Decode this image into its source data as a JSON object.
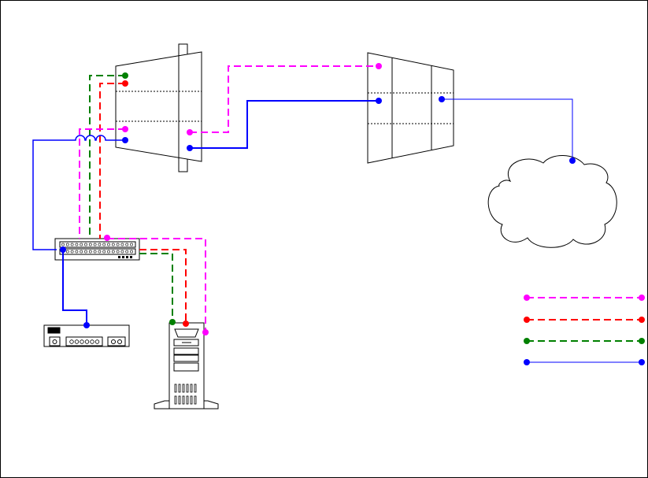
{
  "diagram": {
    "colors": {
      "background": "#ffffff",
      "frame": "#000000",
      "device_stroke": "#000000",
      "device_fill": "#ffffff",
      "magenta": "#ff00ff",
      "red": "#ff0000",
      "green": "#008000",
      "blue": "#0000ff"
    },
    "devices": [
      {
        "id": "patch-panel-a",
        "icon": "patch-panel-shape"
      },
      {
        "id": "patch-panel-b",
        "icon": "patch-panel-shape"
      },
      {
        "id": "cloud",
        "icon": "cloud-shape"
      },
      {
        "id": "switch",
        "icon": "switch-hub-shape"
      },
      {
        "id": "modem",
        "icon": "modem-shape"
      },
      {
        "id": "server",
        "icon": "tower-server-shape"
      }
    ],
    "connection_styles": {
      "magenta": "dashed",
      "red": "dashed",
      "green": "dashed",
      "blue": "solid"
    },
    "legend": [
      {
        "color": "magenta",
        "style": "dashed",
        "label": ""
      },
      {
        "color": "red",
        "style": "dashed",
        "label": ""
      },
      {
        "color": "green",
        "style": "dashed",
        "label": ""
      },
      {
        "color": "blue",
        "style": "solid",
        "label": ""
      }
    ]
  }
}
